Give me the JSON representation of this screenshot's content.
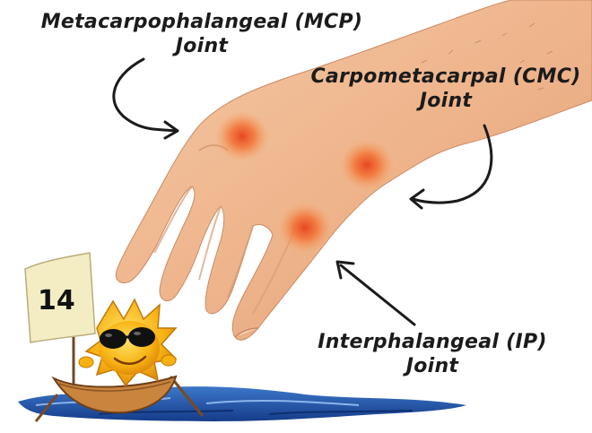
{
  "labels": {
    "mcp": {
      "line1": "Metacarpophalangeal (MCP)",
      "line2": "Joint"
    },
    "cmc": {
      "line1": "Carpometacarpal (CMC)",
      "line2": "Joint"
    },
    "ip": {
      "line1": "Interphalangeal (IP)",
      "line2": "Joint"
    }
  },
  "sail_number": "14",
  "colors": {
    "skin": "#efba92",
    "skin_shadow": "#d99a72",
    "joint_glow": "#f0642a",
    "water": "#1e4fa8",
    "boat": "#c9843e",
    "sun": "#f8b814"
  }
}
